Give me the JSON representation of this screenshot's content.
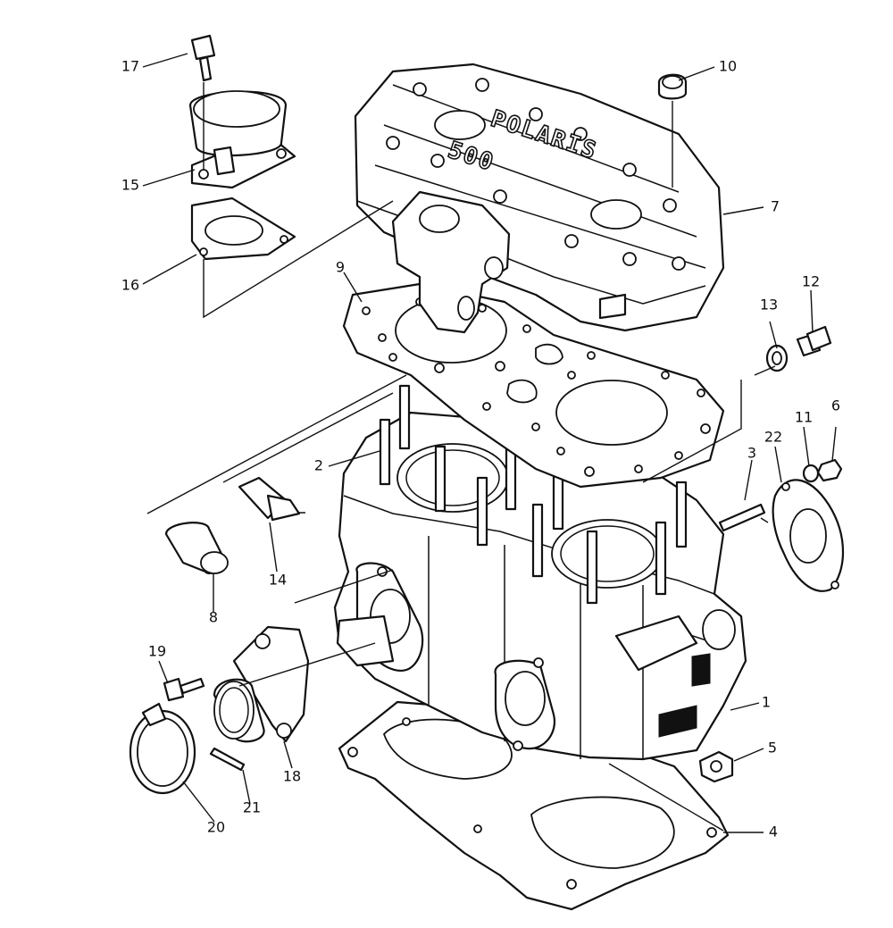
{
  "diagram": {
    "embossed_text": [
      "POLARIS",
      "500"
    ],
    "callouts": [
      {
        "id": "callout-17",
        "text": "17"
      },
      {
        "id": "callout-15",
        "text": "15"
      },
      {
        "id": "callout-16",
        "text": "16"
      },
      {
        "id": "callout-10",
        "text": "10"
      },
      {
        "id": "callout-7",
        "text": "7"
      },
      {
        "id": "callout-9",
        "text": "9"
      },
      {
        "id": "callout-13",
        "text": "13"
      },
      {
        "id": "callout-12",
        "text": "12"
      },
      {
        "id": "callout-2",
        "text": "2"
      },
      {
        "id": "callout-22",
        "text": "22"
      },
      {
        "id": "callout-11",
        "text": "11"
      },
      {
        "id": "callout-6",
        "text": "6"
      },
      {
        "id": "callout-3",
        "text": "3"
      },
      {
        "id": "callout-14",
        "text": "14"
      },
      {
        "id": "callout-8",
        "text": "8"
      },
      {
        "id": "callout-19",
        "text": "19"
      },
      {
        "id": "callout-1",
        "text": "1"
      },
      {
        "id": "callout-5",
        "text": "5"
      },
      {
        "id": "callout-18",
        "text": "18"
      },
      {
        "id": "callout-21",
        "text": "21"
      },
      {
        "id": "callout-20",
        "text": "20"
      },
      {
        "id": "callout-4",
        "text": "4"
      }
    ]
  }
}
